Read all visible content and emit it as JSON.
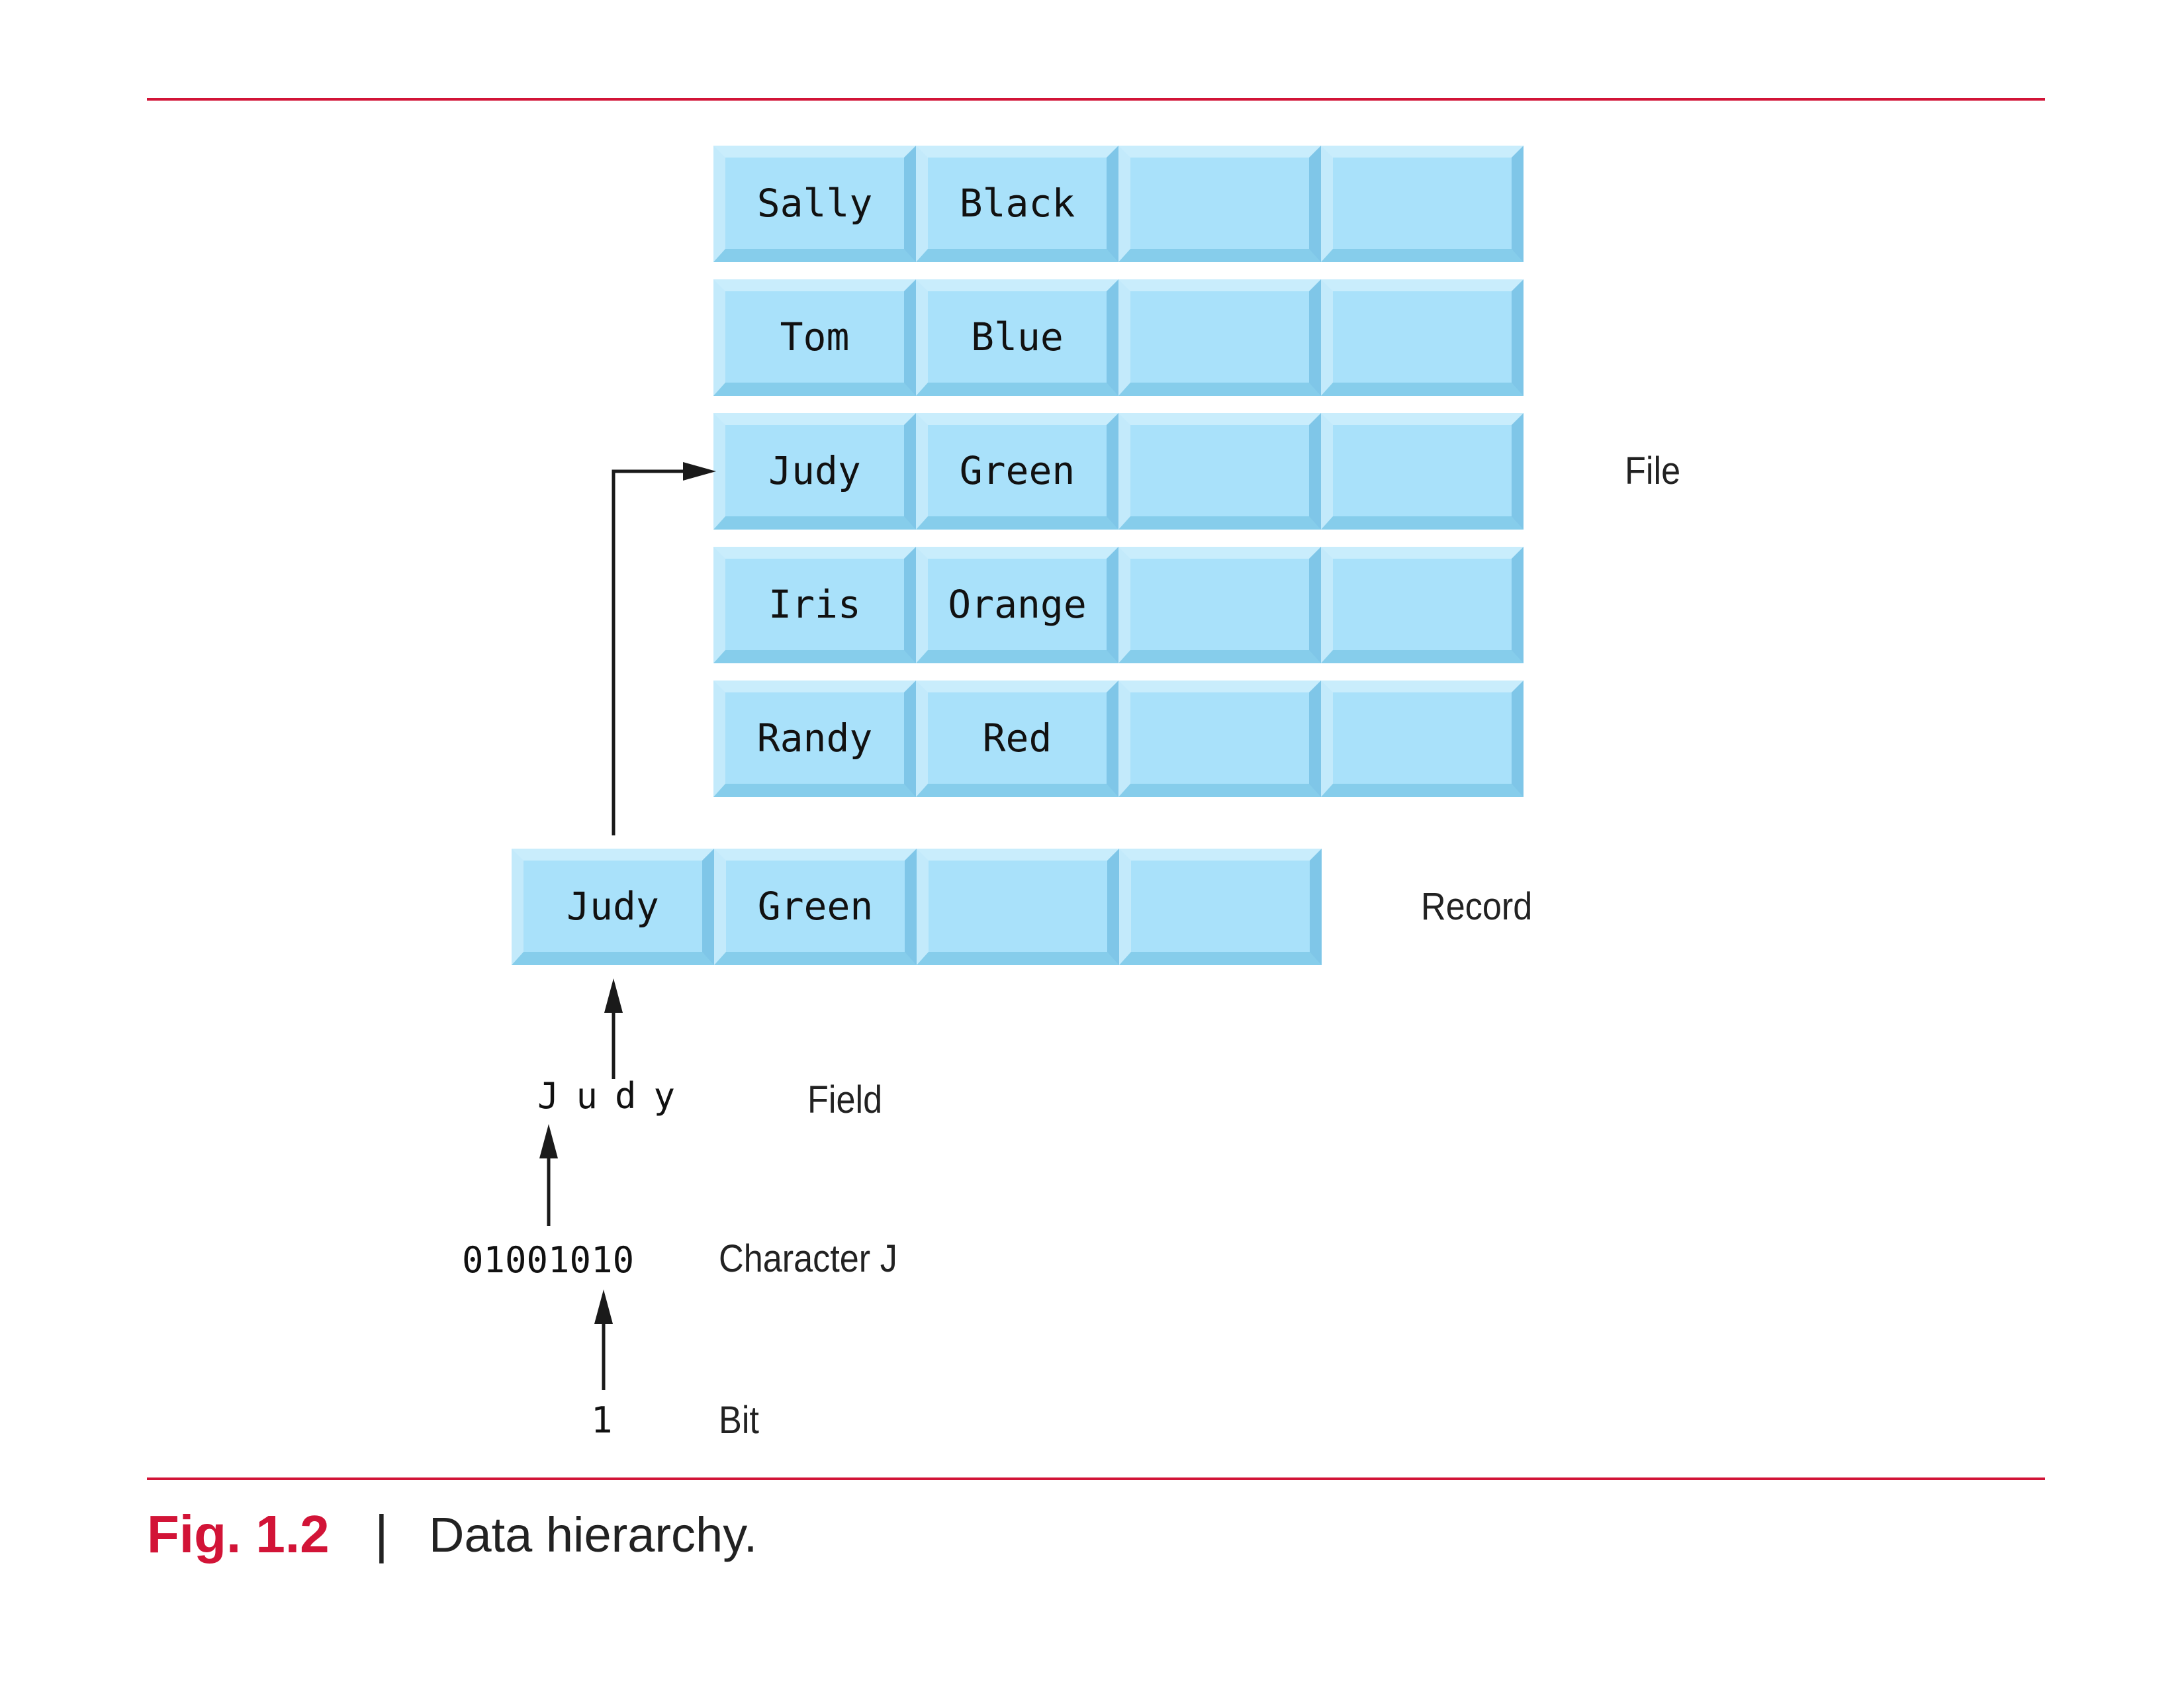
{
  "file": {
    "label": "File",
    "records": [
      {
        "first": "Sally",
        "last": "Black"
      },
      {
        "first": "Tom",
        "last": "Blue"
      },
      {
        "first": "Judy",
        "last": "Green"
      },
      {
        "first": "Iris",
        "last": "Orange"
      },
      {
        "first": "Randy",
        "last": "Red"
      }
    ]
  },
  "record": {
    "label": "Record",
    "first": "Judy",
    "last": "Green"
  },
  "field": {
    "label": "Field",
    "value": "Judy"
  },
  "character": {
    "label": "Character J",
    "value": "01001010"
  },
  "bit": {
    "label": "Bit",
    "value": "1"
  },
  "caption": {
    "fig": "Fig. 1.2",
    "separator": "|",
    "text": "Data hierarchy."
  },
  "colors": {
    "accent": "#d21437",
    "cell_fill": "#a9e1fa"
  }
}
